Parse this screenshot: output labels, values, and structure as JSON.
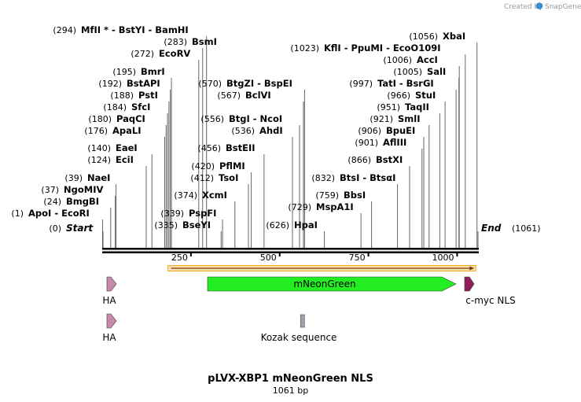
{
  "watermark": {
    "prefix": "Created by",
    "brand": "SnapGene"
  },
  "map": {
    "title": "pLVX-XBP1 mNeonGreen NLS",
    "length_label": "1061 bp",
    "length": 1061,
    "ticks": [
      250,
      500,
      750,
      1000
    ]
  },
  "ends": {
    "start": {
      "pos": 0,
      "pos_label": "(0)",
      "name": "Start"
    },
    "end": {
      "pos": 1061,
      "pos_label": "(1061)",
      "name": "End"
    }
  },
  "sites_left": [
    {
      "pos": 294,
      "pos_label": "(294)",
      "name": "MfII * - BstYI  - BamHI"
    },
    {
      "pos": 283,
      "pos_label": "(283)",
      "name": "BsmI"
    },
    {
      "pos": 272,
      "pos_label": "(272)",
      "name": "EcoRV"
    },
    {
      "pos": 195,
      "pos_label": "(195)",
      "name": "BmrI"
    },
    {
      "pos": 192,
      "pos_label": "(192)",
      "name": "BstAPI"
    },
    {
      "pos": 188,
      "pos_label": "(188)",
      "name": "PstI"
    },
    {
      "pos": 184,
      "pos_label": "(184)",
      "name": "SfcI"
    },
    {
      "pos": 180,
      "pos_label": "(180)",
      "name": "PaqCI"
    },
    {
      "pos": 176,
      "pos_label": "(176)",
      "name": "ApaLI"
    },
    {
      "pos": 140,
      "pos_label": "(140)",
      "name": "EaeI"
    },
    {
      "pos": 124,
      "pos_label": "(124)",
      "name": "EciI"
    },
    {
      "pos": 39,
      "pos_label": "(39)",
      "name": "NaeI"
    },
    {
      "pos": 37,
      "pos_label": "(37)",
      "name": "NgoMIV"
    },
    {
      "pos": 24,
      "pos_label": "(24)",
      "name": "BmgBI"
    },
    {
      "pos": 1,
      "pos_label": "(1)",
      "name": "ApoI  - EcoRI"
    }
  ],
  "sites_middle": [
    {
      "pos": 570,
      "pos_label": "(570)",
      "name": "BtgZI  - BspEI"
    },
    {
      "pos": 567,
      "pos_label": "(567)",
      "name": "BclVI"
    },
    {
      "pos": 556,
      "pos_label": "(556)",
      "name": "BtgI  - NcoI"
    },
    {
      "pos": 536,
      "pos_label": "(536)",
      "name": "AhdI"
    },
    {
      "pos": 456,
      "pos_label": "(456)",
      "name": "BstEII"
    },
    {
      "pos": 420,
      "pos_label": "(420)",
      "name": "PflMI"
    },
    {
      "pos": 412,
      "pos_label": "(412)",
      "name": "TsoI"
    },
    {
      "pos": 374,
      "pos_label": "(374)",
      "name": "XcmI"
    },
    {
      "pos": 339,
      "pos_label": "(339)",
      "name": "PspFI"
    },
    {
      "pos": 335,
      "pos_label": "(335)",
      "name": "BseYI"
    },
    {
      "pos": 832,
      "pos_label": "(832)",
      "name": "BtsI  - BtsαI"
    },
    {
      "pos": 759,
      "pos_label": "(759)",
      "name": "BbsI"
    },
    {
      "pos": 729,
      "pos_label": "(729)",
      "name": "MspA1I"
    },
    {
      "pos": 626,
      "pos_label": "(626)",
      "name": "HpaI"
    }
  ],
  "sites_right": [
    {
      "pos": 1056,
      "pos_label": "(1056)",
      "name": "XbaI"
    },
    {
      "pos": 1023,
      "pos_label": "(1023)",
      "name": "KflI  - PpuMI  - EcoO109I"
    },
    {
      "pos": 1006,
      "pos_label": "(1006)",
      "name": "AccI"
    },
    {
      "pos": 1005,
      "pos_label": "(1005)",
      "name": "SalI"
    },
    {
      "pos": 997,
      "pos_label": "(997)",
      "name": "TatI  - BsrGI"
    },
    {
      "pos": 966,
      "pos_label": "(966)",
      "name": "StuI"
    },
    {
      "pos": 951,
      "pos_label": "(951)",
      "name": "TaqII"
    },
    {
      "pos": 921,
      "pos_label": "(921)",
      "name": "SmlI"
    },
    {
      "pos": 906,
      "pos_label": "(906)",
      "name": "BpuEI"
    },
    {
      "pos": 901,
      "pos_label": "(901)",
      "name": "AflIII"
    },
    {
      "pos": 866,
      "pos_label": "(866)",
      "name": "BstXI"
    }
  ],
  "orf": {
    "start": 318,
    "end": 1055,
    "color": "#f5a623"
  },
  "features": [
    {
      "id": "ha-1",
      "name": "HA",
      "start": 8,
      "end": 32,
      "color": "#c58ba6",
      "shape": "arrow",
      "row": 1
    },
    {
      "id": "mneongreen",
      "name": "mNeonGreen",
      "start": 318,
      "end": 1000,
      "color": "#22ee22",
      "shape": "arrow",
      "row": 1
    },
    {
      "id": "c-myc-nls",
      "name": "c-myc NLS",
      "start": 1025,
      "end": 1050,
      "color": "#8e1f5a",
      "shape": "arrow",
      "row": 1
    },
    {
      "id": "ha-2",
      "name": "HA",
      "start": 8,
      "end": 32,
      "color": "#c58ba6",
      "shape": "arrow",
      "row": 2
    },
    {
      "id": "kozak",
      "name": "Kozak sequence",
      "start": 561,
      "end": 570,
      "color": "#9aa5ad",
      "shape": "box",
      "row": 2
    }
  ]
}
